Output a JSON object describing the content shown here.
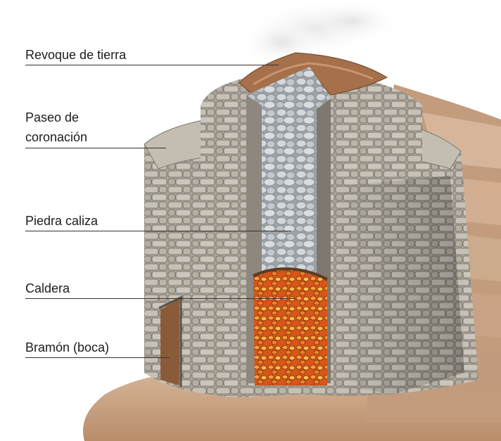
{
  "labels": {
    "revoque": "Revoque de tierra",
    "paseo_line1": "Paseo de",
    "paseo_line2": "coronación",
    "piedra": "Piedra caliza",
    "caldera": "Caldera",
    "bramon": "Bramón (boca)"
  },
  "colors": {
    "stone": "#b9b4ab",
    "stone_dark": "#8d877d",
    "limestone": "#c8ccd0",
    "earth_plaster": "#a5704a",
    "fire": "#e0741a",
    "ground": "#cda88a",
    "smoke": "#d9d9d9",
    "leader": "#3a302a"
  }
}
